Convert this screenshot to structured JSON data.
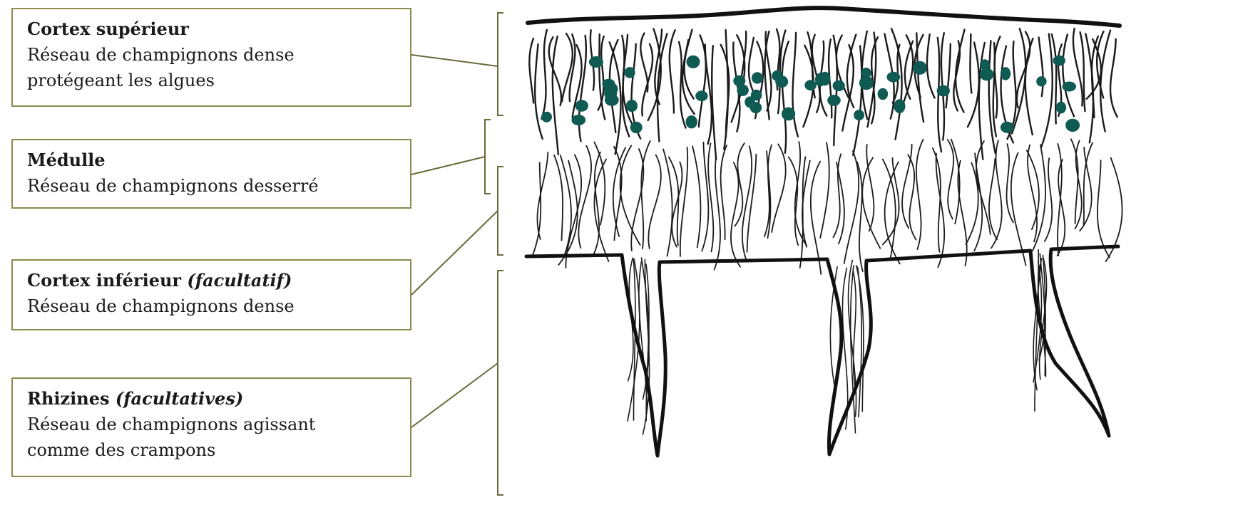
{
  "labels": [
    {
      "id": "cortex-superieur",
      "title": "Cortex supérieur",
      "qualifier": "",
      "description": [
        "Réseau de champignons dense",
        "protégeant les algues"
      ]
    },
    {
      "id": "medulle",
      "title": "Médulle",
      "qualifier": "",
      "description": [
        "Réseau de champignons desserré"
      ]
    },
    {
      "id": "cortex-inferieur",
      "title": "Cortex inférieur",
      "qualifier": "(facultatif)",
      "description": [
        "Réseau de champignons dense"
      ]
    },
    {
      "id": "rhizines",
      "title": "Rhizines",
      "qualifier": "(facultatives)",
      "description": [
        "Réseau de champignons agissant",
        "comme des crampons"
      ]
    }
  ],
  "colors": {
    "box_border": "#8c8a4e",
    "connector": "#6b6a3a",
    "hyphae": "#1a1a1a",
    "algae": "#0f5a52"
  }
}
